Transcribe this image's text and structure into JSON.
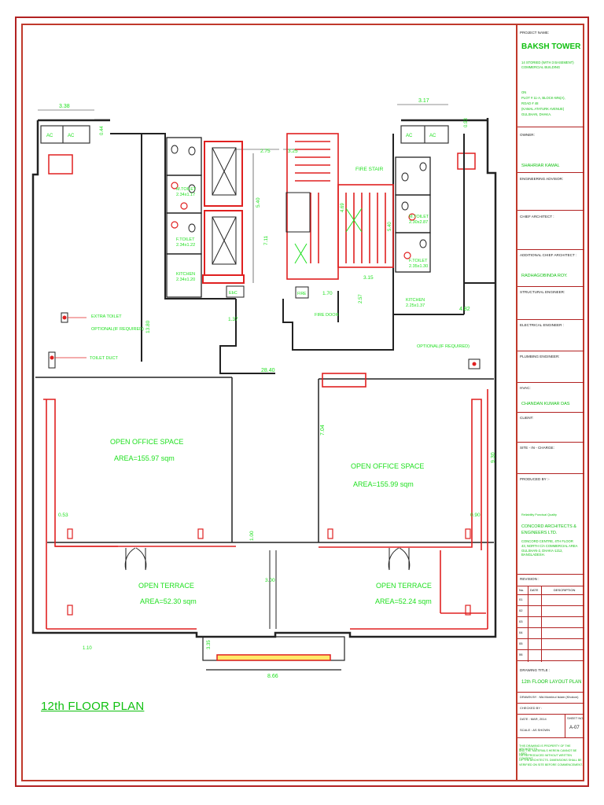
{
  "title_block": {
    "project_name_label": "PROJECT NAME:",
    "project_name": "BAKSH TOWER",
    "project_desc_1": "14 STORIED (WITH 3 BASEMENT)",
    "project_desc_2": "COMMERCIAL BUILDING",
    "on_label": "ON",
    "address_1": "PLOT # 11-A, BLOCK-WN(A),",
    "address_2": "ROAD # 48",
    "address_3": "(KAMAL ATATURK AVENUE)",
    "address_4": "GULSHAN, DHAKA.",
    "owner_label": "OWNER:",
    "owner_value": "SHAHRIAR KAMAL",
    "eng_advisor_label": "ENGINEERING ADVISOR:",
    "chief_architect_label": "CHIEF ARCHITECT :",
    "add_chief_label": "ADDITIONAL CHIEF ARCHITECT :",
    "add_chief_value": "RADHAGOBINDA ROY.",
    "structural_label": "STRUCTURAL ENGINEER:",
    "electrical_label": "ELECTRICAL ENGINEER :",
    "plumbing_label": "PLUMBING ENGINEER:",
    "hvac_label": "HVAC:",
    "hvac_value": "CHANDAN KUMAR DAS",
    "client_label": "CLIENT:",
    "site_label": "SITE - IN - CHARGE:",
    "produced_label": "PRODUCED BY :-",
    "firm_tagline": "Reliability  Punctual  Quality",
    "firm_name_1": "CONCORD ARCHITECTS &",
    "firm_name_2": "ENGINEERS LTD.",
    "firm_addr_1": "CONCORD CENTRE, 4TH FLOOR",
    "firm_addr_2": "43, NORTH C/A COMMERCIAL AREA",
    "firm_addr_3": "GULSHAN-2, DHAKA-1212, BANGLADESH.",
    "revision_label": "REVISION :",
    "rev_no": "No.",
    "rev_date": "DATE",
    "rev_desc": "DESCRIPTION",
    "rev_rows": [
      "01",
      "02",
      "03",
      "04",
      "05",
      "06"
    ],
    "drawing_title_label": "DRAWING TITLE :",
    "drawing_title": "12th FLOOR LAYOUT PLAN",
    "drawn_by": "DRAWN BY : Md.Mominul Islam (Khokon)",
    "checked_by": "CHECKED BY :",
    "date": "DATE :  MAR, 2014",
    "sheet_label": "SHEET NO.",
    "scale": "SCALE : AS SHOWN",
    "sheet_no": "A-07",
    "note_1": "THIS DRAWING IS PROPERTY OF THE ARCHITECTS",
    "note_2": "AND THE MATERIALS HEREIN CANNOT BE USED",
    "note_3": "OR REPRODUCED WITHOUT WRITTEN CONSENT",
    "note_4": "OF THE ARCHITECTS. DIMENSIONS SHALL BE",
    "note_5": "VERIFIED ON SITE BEFORE COMMENCEMENT."
  },
  "plan": {
    "title": "12th  FLOOR PLAN",
    "rooms": {
      "office_left_name": "OPEN OFFICE SPACE",
      "office_left_area": "AREA=155.97 sqm",
      "office_right_name": "OPEN OFFICE SPACE",
      "office_right_area": "AREA=155.99 sqm",
      "terrace_left_name": "OPEN TERRACE",
      "terrace_left_area": "AREA=52.30 sqm",
      "terrace_right_name": "OPEN TERRACE",
      "terrace_right_area": "AREA=52.24 sqm",
      "fire_stair": "FIRE STAIR",
      "fire_door": "FIRE DOOR",
      "m_toilet_l": "M.TOILET",
      "m_toilet_l_dim": "2.34x1.17",
      "f_toilet_l": "F.TOILET",
      "f_toilet_l_dim": "2.34x1.22",
      "kitchen_l": "KITCHEN",
      "kitchen_l_dim": "2.34x1.20",
      "m_toilet_r": "M.TOILET",
      "m_toilet_r_dim": "2.30x2.87",
      "f_toilet_r": "F.TOILET",
      "f_toilet_r_dim": "2.35x1.30",
      "kitchen_r": "KITCHEN",
      "kitchen_r_dim": "2.25x1.37",
      "extra_toilet_1": "EXTRA TOILET",
      "extra_toilet_2": "OPTIONAL(IF REQUIRED)",
      "toilet_duct": "TOILET DUCT",
      "optional_r": "OPTIONAL(IF REQUIRED)",
      "ac": "AC",
      "ebc": "EbC",
      "fire_box": "FIRE"
    },
    "dims": {
      "d338": "3.38",
      "d317": "3.17",
      "d275": "2.75",
      "d325": "3.25",
      "d540": "5.40",
      "d711": "7.11",
      "d469": "4.69",
      "d540b": "5.40",
      "d1380": "13.80",
      "d137": "1.37",
      "d170": "1.70",
      "d257": "2.57",
      "d315": "3.15",
      "d482": "4.82",
      "d2840": "28.40",
      "d704": "7.04",
      "d930": "9.30",
      "d053": "0.53",
      "d090": "0.90",
      "d100": "1.00",
      "d300": "3.00",
      "d110": "1.10",
      "d866": "8.66",
      "d044": "0.44",
      "d093": "0.93",
      "d335": "3.35"
    }
  }
}
